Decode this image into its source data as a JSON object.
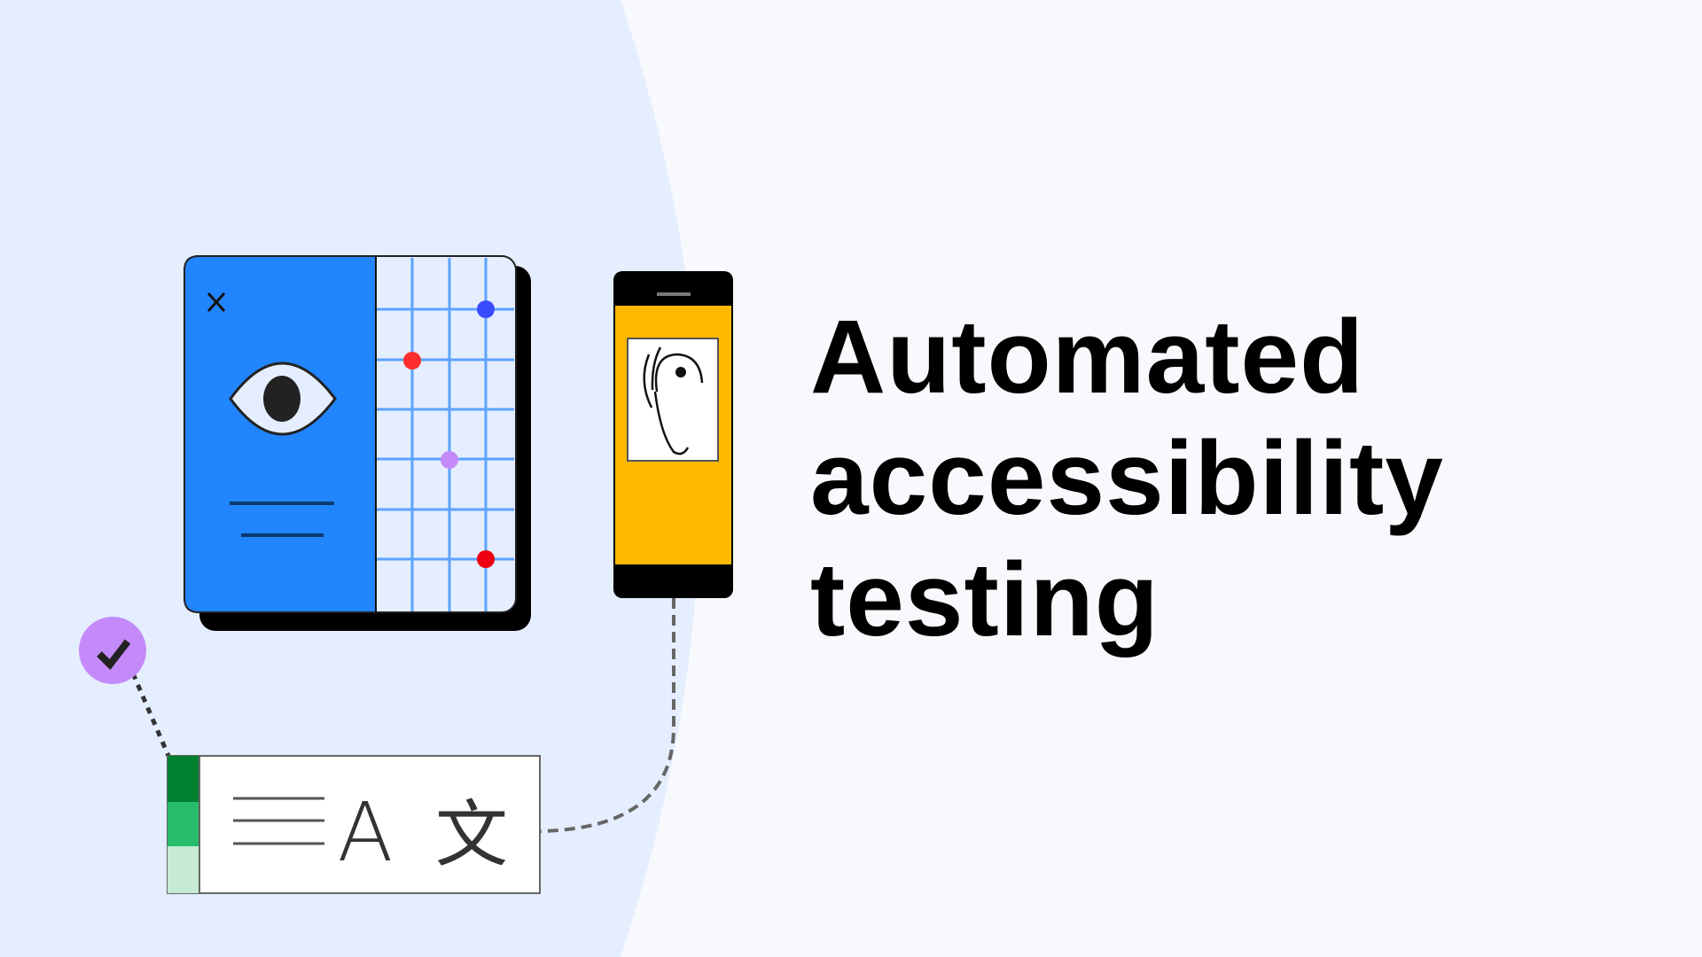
{
  "headline": {
    "lines": [
      "Automated",
      "accessibility",
      "testing"
    ]
  },
  "illustration": {
    "translate_glyph_latin": "A",
    "translate_glyph_cjk": "文",
    "icons": [
      "close-icon",
      "eye-icon",
      "grid-chart",
      "phone",
      "ear-icon",
      "check-icon",
      "translate-icon"
    ]
  },
  "colors": {
    "background_left": "#e5eeff",
    "background_right": "#f7f9fc",
    "window_blue": "#2185fd",
    "phone_yellow": "#ffb800",
    "check_purple": "#c58af9",
    "green_dark": "#00802f",
    "green_mid": "#27bb6c",
    "green_light": "#c6ead3"
  }
}
